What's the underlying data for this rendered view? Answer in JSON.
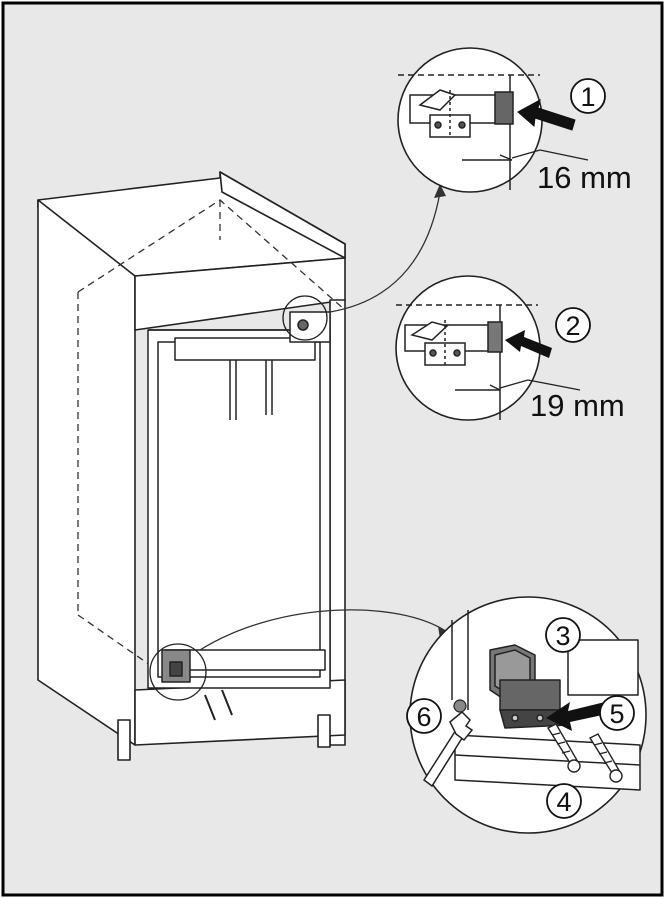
{
  "colors": {
    "background": "#e8e8e8",
    "line": "#222222",
    "callout_fill": "#ffffff",
    "dark_part": "#555555",
    "frame_border": "#000000"
  },
  "callouts": [
    {
      "label": "1"
    },
    {
      "label": "2"
    },
    {
      "label": "3"
    },
    {
      "label": "4"
    },
    {
      "label": "5"
    },
    {
      "label": "6"
    }
  ],
  "dimensions": {
    "top_clearance": "16 mm",
    "bottom_clearance": "19 mm"
  },
  "icons": [
    "arrow-icon",
    "screw-icon",
    "wrench-icon",
    "hinge-bracket-icon"
  ]
}
